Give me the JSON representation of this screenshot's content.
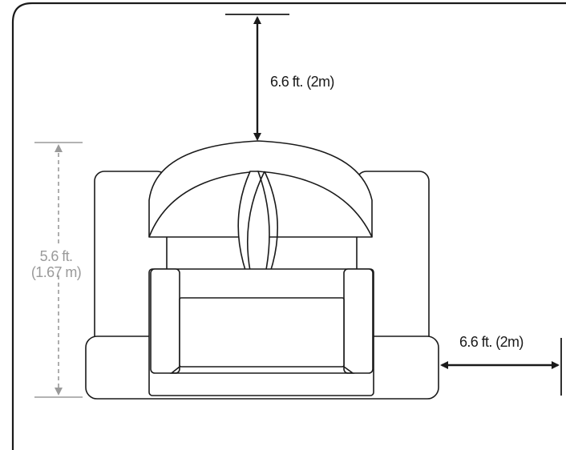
{
  "dimensions": {
    "overhead_clearance": "6.6 ft. (2m)",
    "side_clearance": "6.6 ft. (2m)",
    "height_line1": "5.6 ft.",
    "height_line2": "(1.67 m)"
  },
  "colors": {
    "primary_line": "#1a1a1a",
    "secondary_line": "#9a9a9a",
    "background": "#ffffff"
  }
}
